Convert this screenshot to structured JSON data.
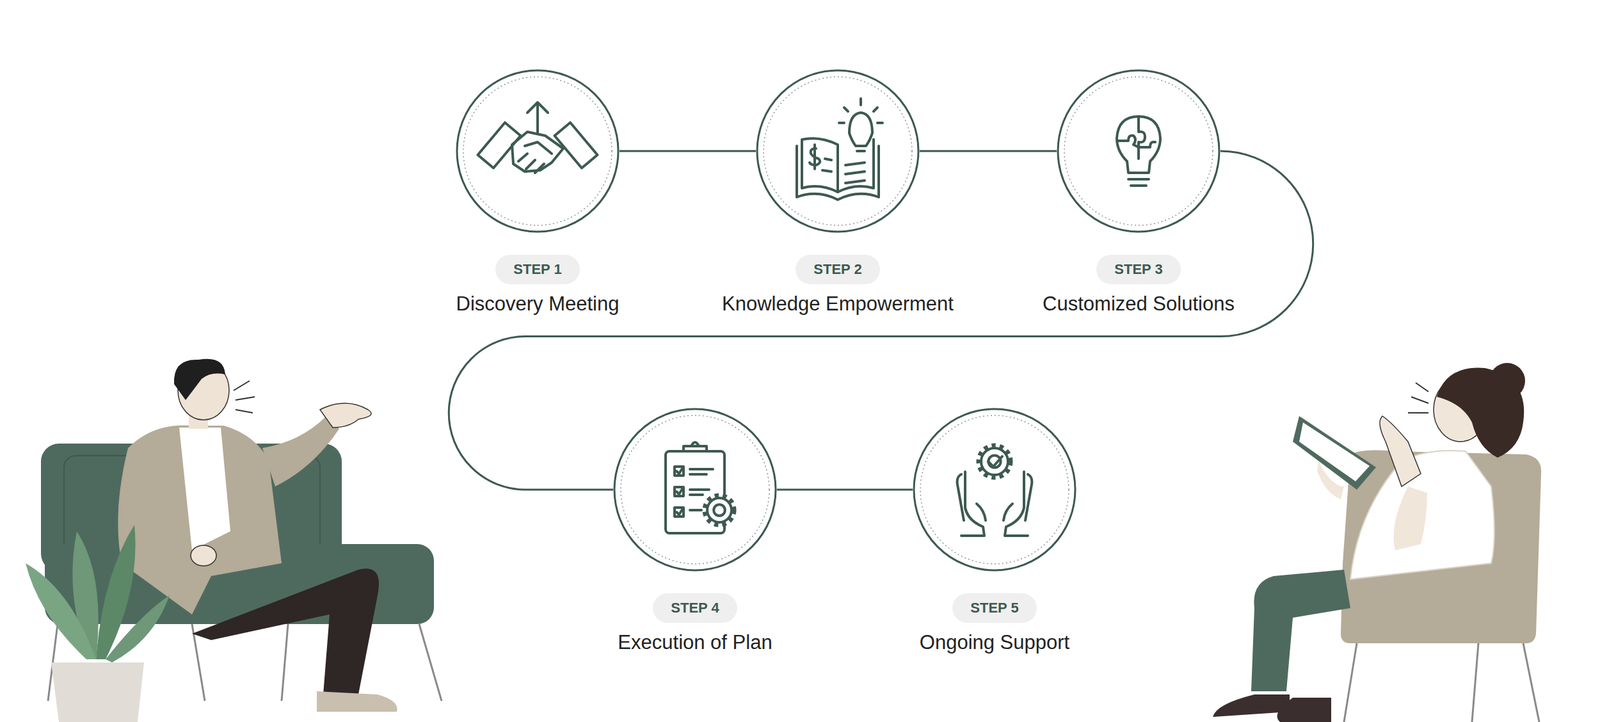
{
  "diagram": {
    "nodes": [
      {
        "text": [
          "STEP 1",
          "Discovery Meeting"
        ]
      },
      {
        "text": [
          "STEP 2",
          "Knowledge Empowerment"
        ]
      },
      {
        "text": [
          "STEP 3",
          "Customized Solutions"
        ]
      },
      {
        "text": [
          "STEP 4",
          "Execution of Plan"
        ]
      },
      {
        "text": [
          "STEP 5",
          "Ongoing Support"
        ]
      }
    ],
    "edges": [
      {
        "from": 0,
        "to": 1,
        "arrow": "none"
      },
      {
        "from": 1,
        "to": 2,
        "arrow": "none"
      },
      {
        "from": 2,
        "to": 3,
        "arrow": "none"
      },
      {
        "from": 3,
        "to": 4,
        "arrow": "none"
      }
    ]
  }
}
